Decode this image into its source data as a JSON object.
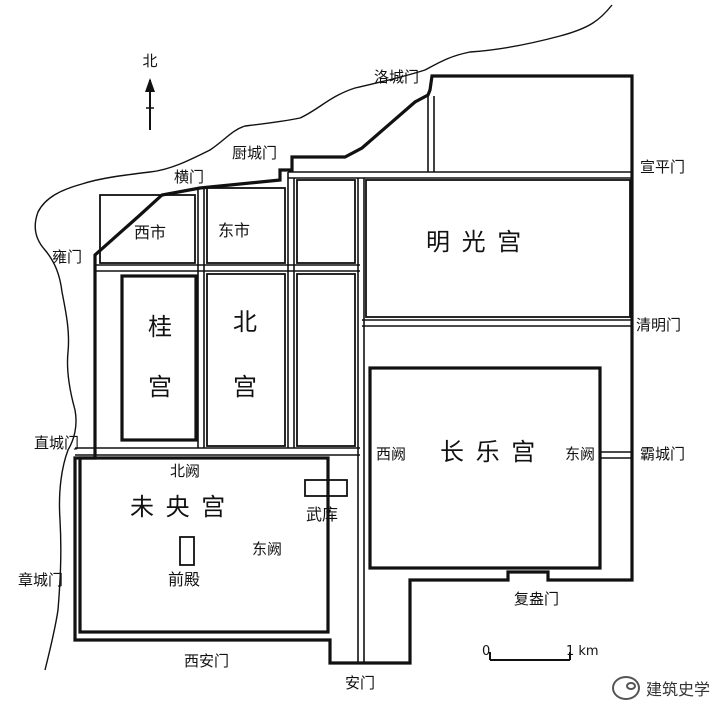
{
  "map": {
    "north": "北",
    "gates": {
      "luocheng": "洛城门",
      "chucheng": "厨城门",
      "heng": "横门",
      "yong": "雍门",
      "xuanping": "宣平门",
      "qingming": "清明门",
      "zhicheng": "直城门",
      "bacheng": "霸城门",
      "zhangcheng": "章城门",
      "xian": "西安门",
      "an": "安门",
      "fuang": "复盎门"
    },
    "districts": {
      "west_market": "西市",
      "east_market": "东市",
      "gui_1": "桂",
      "gui_2": "宫",
      "bei_1": "北",
      "bei_2": "宫",
      "mingguang": "明 光 宫",
      "changle": "长 乐 宫",
      "weiyang": "未 央 宫",
      "wuku": "武库",
      "qiandian": "前殿"
    },
    "que": {
      "changle_west": "西阙",
      "changle_east": "东阙",
      "weiyang_north": "北阙",
      "weiyang_east": "东阙"
    },
    "scale": {
      "zero": "0",
      "one": "1 km"
    }
  },
  "watermark": {
    "text": "建筑史学",
    "icon": "wechat-icon"
  }
}
